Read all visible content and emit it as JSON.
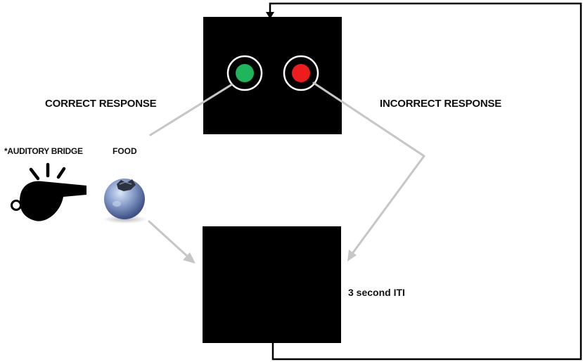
{
  "labels": {
    "correct_response": "CORRECT RESPONSE",
    "incorrect_response": "INCORRECT RESPONSE",
    "auditory_bridge": "*AUDITORY BRIDGE",
    "food": "FOOD",
    "iti": "3 second ITI"
  },
  "colors": {
    "screen": "#000000",
    "correct_stimulus": "#1fb55a",
    "incorrect_stimulus": "#ee1c1c",
    "arrow": "#c6c6c6",
    "loop_line": "#000000"
  },
  "icons": [
    "whistle-icon",
    "blueberry-icon"
  ]
}
